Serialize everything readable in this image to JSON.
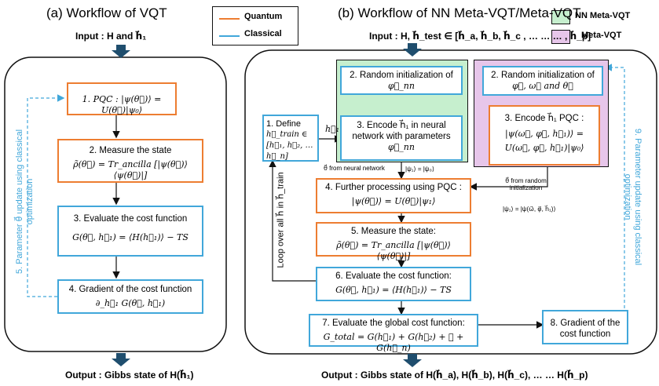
{
  "left": {
    "title": "(a) Workflow of VQT",
    "input": "Input : H and h⃗₁",
    "box1": "1. PQC : |ψ(θ⃗)⟩ = U(θ⃗)|ψ₀⟩",
    "box2_title": "2. Measure the state",
    "box2_eq": "ρ̃(θ⃗) = Tr_ancilla [|ψ(θ⃗)⟩⟨ψ(θ⃗)|]",
    "box3_title": "3. Evaluate the cost function",
    "box3_eq": "G(θ⃗, h⃗₁) = ⟨H(h⃗₁)⟩ − TS",
    "box4_title": "4. Gradient of the cost function",
    "box4_eq": "∂_h⃗₁ G(θ⃗, h⃗₁)",
    "loop_label": "5. Parameter θ⃗ update using classical optimization",
    "output": "Output : Gibbs state of H(h⃗₁)"
  },
  "legend": {
    "quantum": "Quantum",
    "classical": "Classical"
  },
  "legend2": {
    "nn": "NN Meta-VQT",
    "meta": "Meta-VQT"
  },
  "colors": {
    "quantum": "#ed7d31",
    "classical": "#41a7da",
    "nn_fill": "#c6efce",
    "meta_fill": "#e7c6ea",
    "arrow": "#1f4e6e"
  },
  "right": {
    "title": "(b) Workflow of NN Meta-VQT/Meta-VQT",
    "input": "Input : H, h⃗_test ∈ [h⃗_a, h⃗_b, h⃗_c , … … … , h⃗_p]",
    "define_title": "1. Define",
    "define_eq": "h⃗_train ∈ [h⃗₁, h⃗₂, … h⃗_n]",
    "nn_box2_title": "2. Random initialization of",
    "nn_box2_eq": "φ⃗_nn",
    "nn_box3_title": "3. Encode h⃗₁ in neural network with parameters",
    "nn_box3_eq": "φ⃗_nn",
    "meta_box2_title": "2. Random initialization of",
    "meta_box2_eq": "φ⃗, ω⃗ and θ⃗",
    "meta_box3_title": "3. Encode h⃗₁ PQC :",
    "meta_box3_eq1": "|ψ(ω⃗, φ⃗, h⃗₁)⟩ =",
    "meta_box3_eq2": "U(ω⃗, φ⃗, h⃗₁)|ψ₀⟩",
    "h1_label": "h⃗₁",
    "theta_nn_label": "θ⃗ from neural network",
    "psi1_label": "|ψ₁⟩ = |ψ₀⟩",
    "theta_rand_label": "θ⃗ from random initialization",
    "psi1_meta_label": "|ψ₁⟩ = |ψ(ω⃗, φ⃗, h⃗₁)⟩",
    "box4_title": "4. Further processing using PQC :",
    "box4_eq": "|ψ(θ⃗)⟩ = U(θ⃗)|ψ₁⟩",
    "box5_title": "5. Measure the state:",
    "box5_eq": "ρ̃(θ⃗) = Tr_ancilla [|ψ(θ⃗)⟩⟨ψ(θ⃗)|]",
    "box6_title": "6. Evaluate the cost function:",
    "box6_eq": "G(θ⃗, h⃗₁) = ⟨H(h⃗₁)⟩ − TS",
    "box7_title": "7. Evaluate the global cost function:",
    "box7_eq": "G_total = G(h⃗₁) + G(h⃗₂) + ⋯ + G(h⃗_n)",
    "box8_title": "8. Gradient of the cost function",
    "loop_label": "Loop over all h⃗ in h⃗_train",
    "update_label": "9. Parameter update using classical optimization",
    "output": "Output : Gibbs state of H(h⃗_a), H(h⃗_b), H(h⃗_c), … … H(h⃗_p)"
  }
}
